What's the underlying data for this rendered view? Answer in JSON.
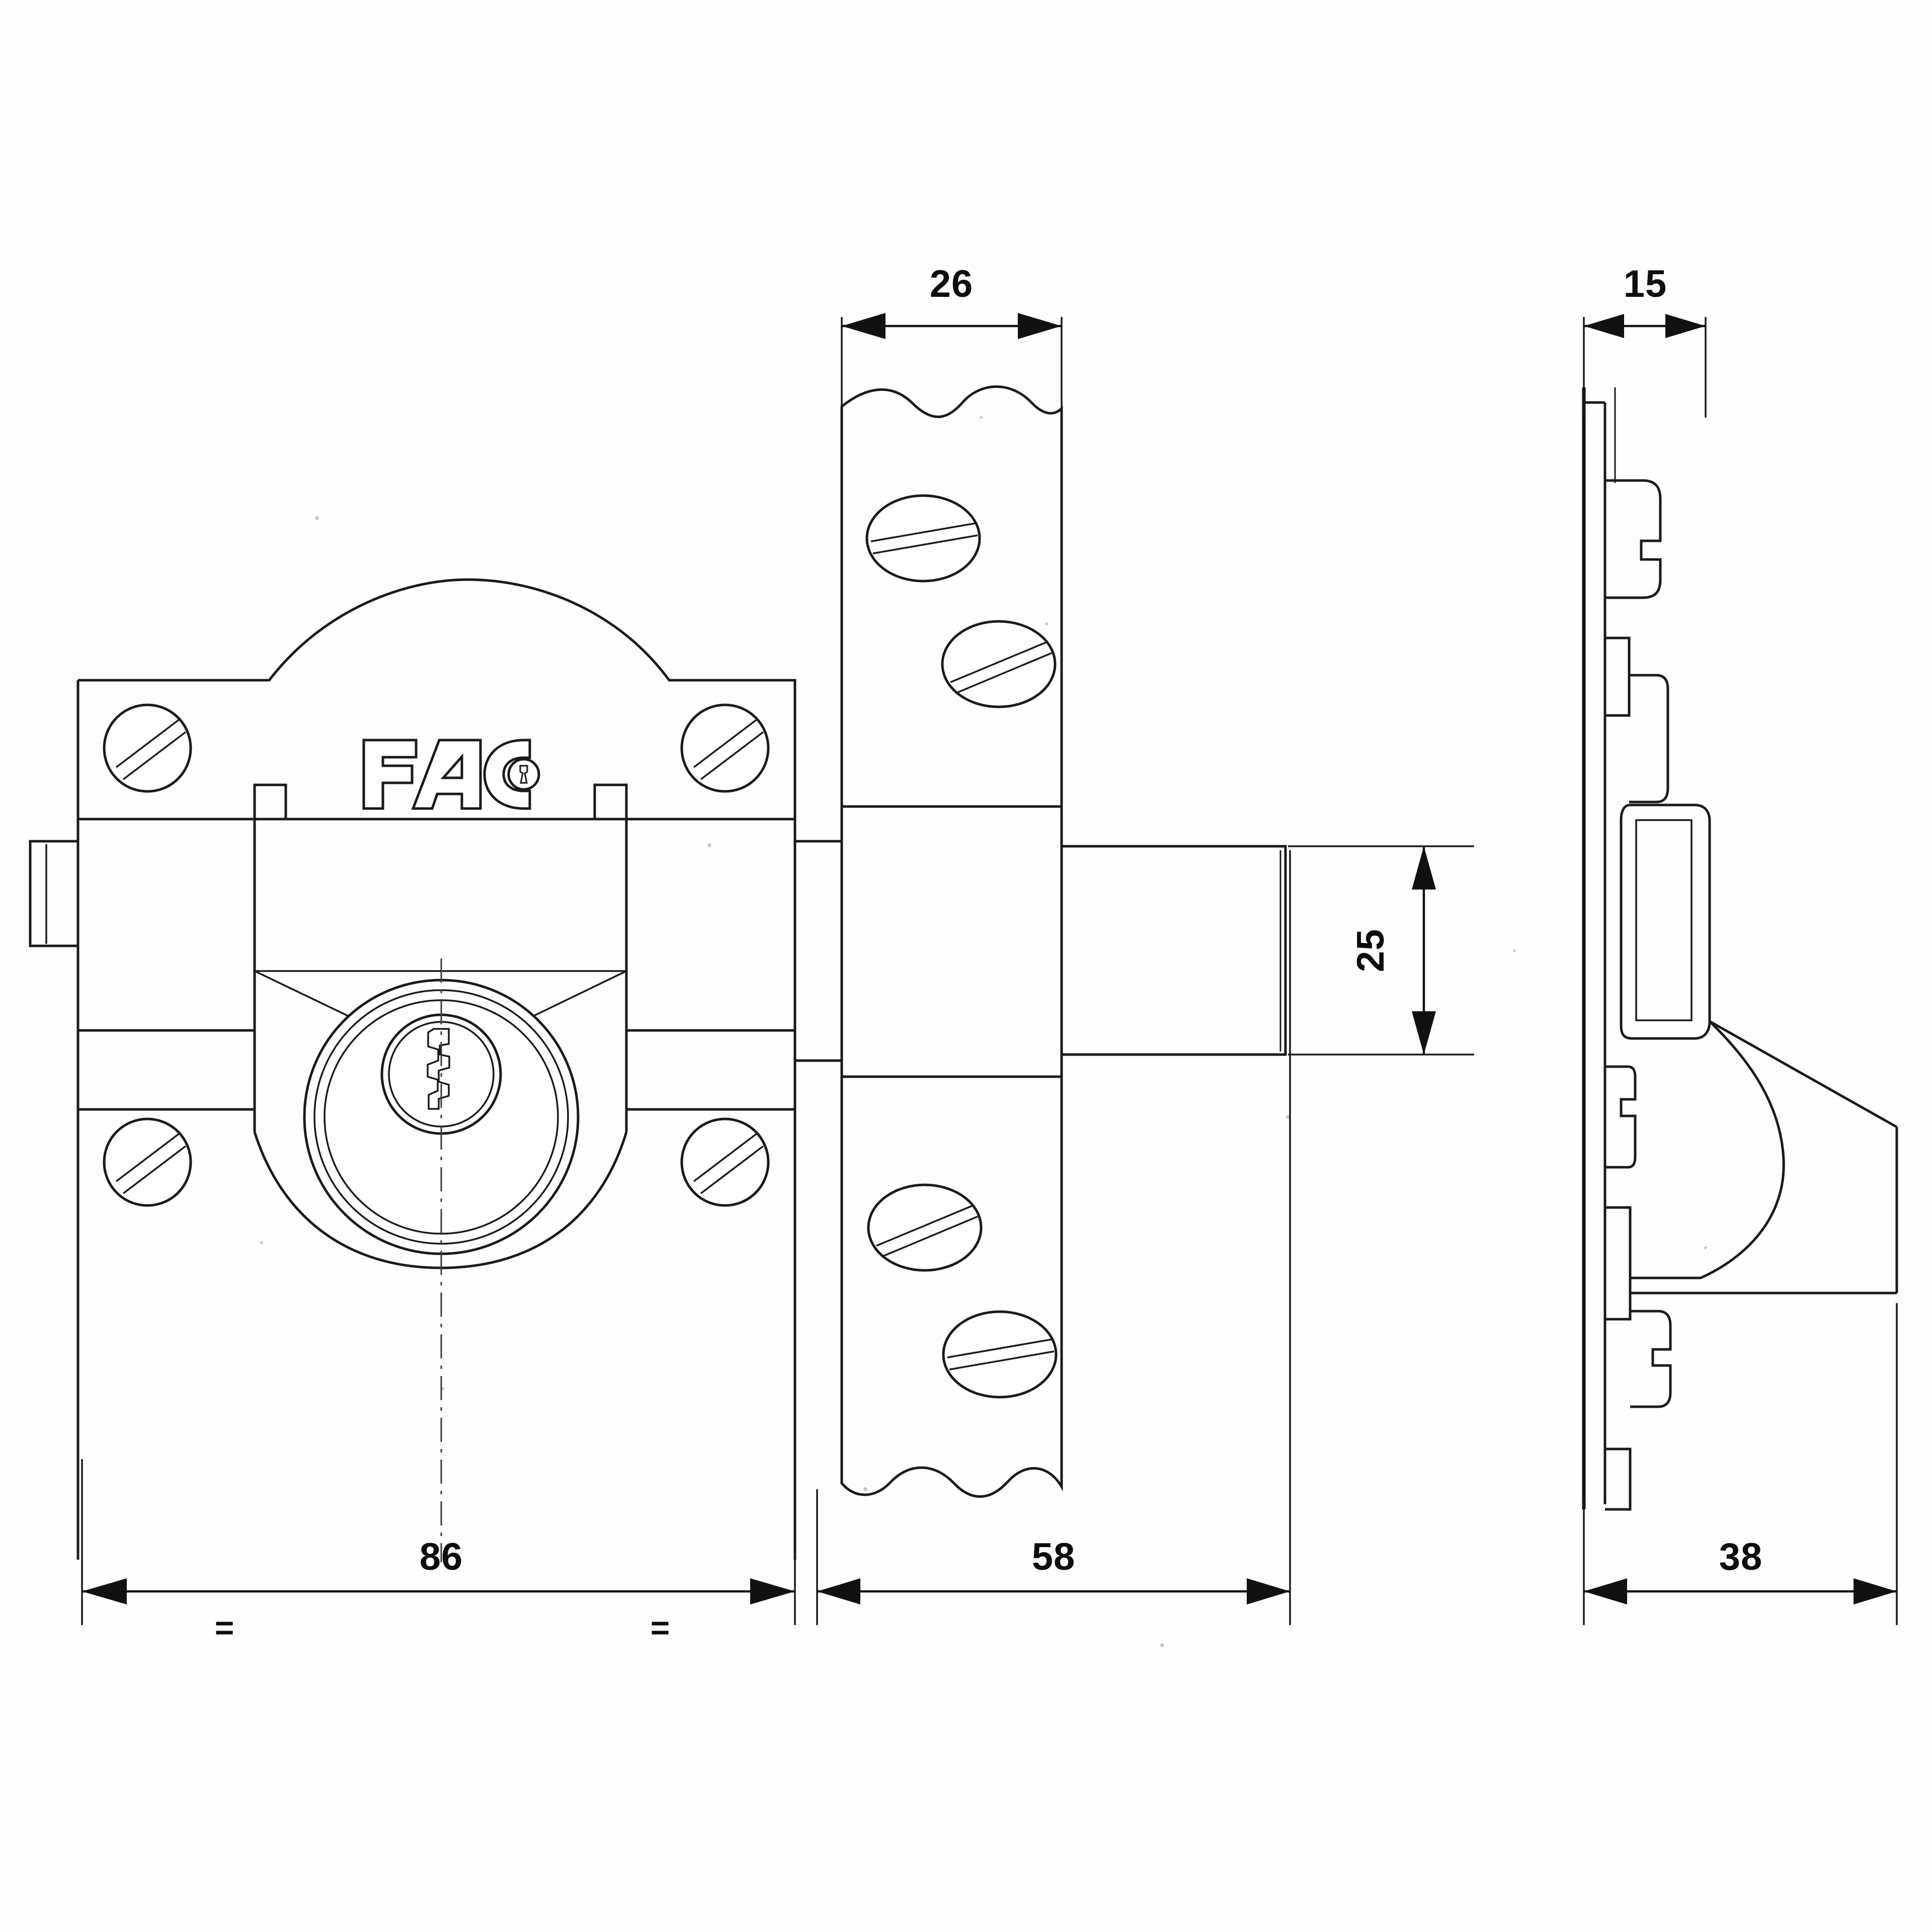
{
  "drawing": {
    "title": "FAC security rim lock - technical drawing",
    "brand_logo": "FAC",
    "units_note": "",
    "line_color": "#1a1a1a",
    "background_color": "#ffffff"
  },
  "dimensions": {
    "strike_plate_width": "26",
    "side_profile_plate_thickness": "15",
    "bolt_height": "25",
    "lock_body_width": "86",
    "strike_and_bolt_length": "58",
    "side_profile_depth": "38",
    "equal_mark_left": "=",
    "equal_mark_right": "="
  },
  "views": {
    "front": {
      "name": "front-elevation-view",
      "label": "",
      "features": [
        "arched-top-housing",
        "fac-logo-plate",
        "four-mounting-screws",
        "cylinder-escutcheon",
        "keyway",
        "chamfered-cylinder-collar",
        "left-tailpiece"
      ],
      "screws": [
        {
          "name": "screw-top-left"
        },
        {
          "name": "screw-top-right"
        },
        {
          "name": "screw-bottom-left"
        },
        {
          "name": "screw-bottom-right"
        }
      ]
    },
    "strike": {
      "name": "strike-plate-view",
      "features": [
        "scalloped-top-edge",
        "scalloped-bottom-edge",
        "four-slotted-screws",
        "projecting-bolt"
      ],
      "screws": [
        {
          "name": "strike-screw-1"
        },
        {
          "name": "strike-screw-2"
        },
        {
          "name": "strike-screw-3"
        },
        {
          "name": "strike-screw-4"
        }
      ]
    },
    "side": {
      "name": "side-section-view",
      "features": [
        "backplate",
        "upper-keeper-lug",
        "middle-keeper-lug",
        "cylinder-body",
        "cam-curve",
        "lower-keeper-lug"
      ]
    }
  }
}
